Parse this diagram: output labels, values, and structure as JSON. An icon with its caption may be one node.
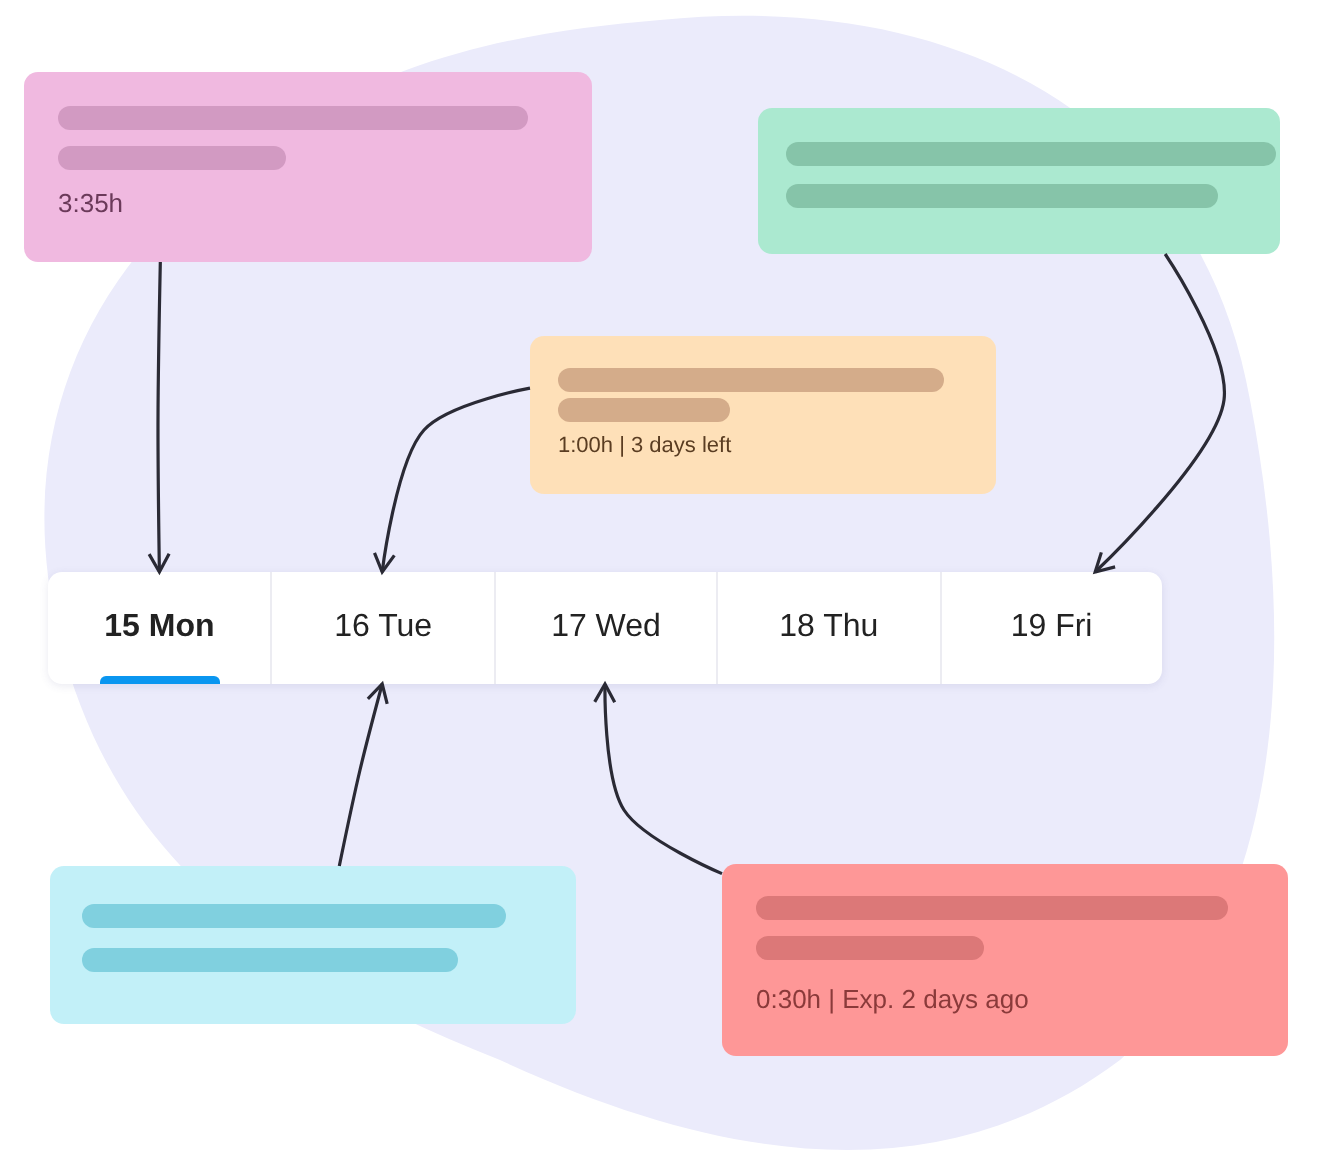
{
  "diagram": {
    "nodes": [
      {
        "text": [
          "3:35h"
        ]
      },
      {
        "text": [],
        "shape": "box"
      },
      {
        "text": [
          "1:00h | 3 days left"
        ]
      },
      {
        "text": [],
        "shape": "box"
      },
      {
        "text": [
          "15 Mon"
        ],
        "in": 3
      },
      {
        "text": [
          "16 Tue"
        ],
        "in": 3
      },
      {
        "text": [
          "17 Wed"
        ],
        "in": 3
      },
      {
        "text": [
          "18 Thu"
        ],
        "in": 3
      },
      {
        "text": [
          "19 Fri"
        ],
        "in": 3
      },
      {
        "text": [],
        "shape": "box"
      },
      {
        "text": [
          "0:30h | Exp. 2 days ago"
        ]
      }
    ],
    "edges": [
      {
        "from": 0,
        "to": 4,
        "arrow": "to"
      },
      {
        "from": 1,
        "to": 8,
        "arrow": "to"
      },
      {
        "from": 2,
        "to": 5,
        "arrow": "to"
      },
      {
        "from": 9,
        "to": 5,
        "arrow": "to"
      },
      {
        "from": 10,
        "to": 6,
        "arrow": "to"
      }
    ]
  }
}
